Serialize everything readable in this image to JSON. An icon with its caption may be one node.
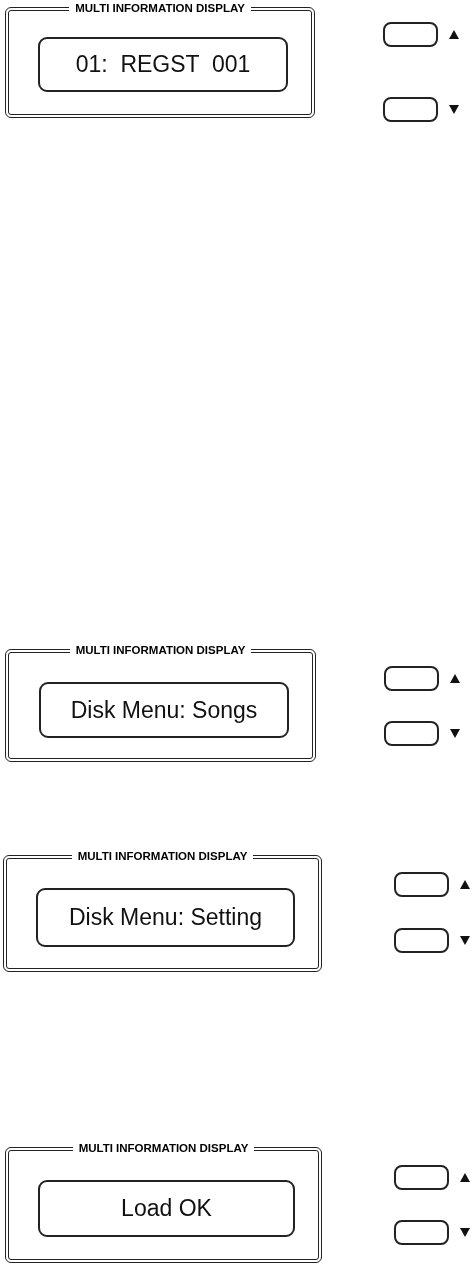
{
  "diagram": {
    "nodes": [
      {
        "text": [
          "MULTI INFORMATION DISPLAY"
        ]
      },
      {
        "text": [
          "01:  REGST  001"
        ],
        "in": 0
      },
      {
        "text": [
          "MULTI INFORMATION DISPLAY"
        ]
      },
      {
        "text": [
          "Disk Menu: Songs"
        ],
        "in": 2
      },
      {
        "text": [
          "MULTI INFORMATION DISPLAY"
        ]
      },
      {
        "text": [
          "Disk Menu: Setting"
        ],
        "in": 4
      },
      {
        "text": [
          "MULTI INFORMATION DISPLAY"
        ]
      },
      {
        "text": [
          "Load OK"
        ],
        "in": 6
      }
    ]
  }
}
